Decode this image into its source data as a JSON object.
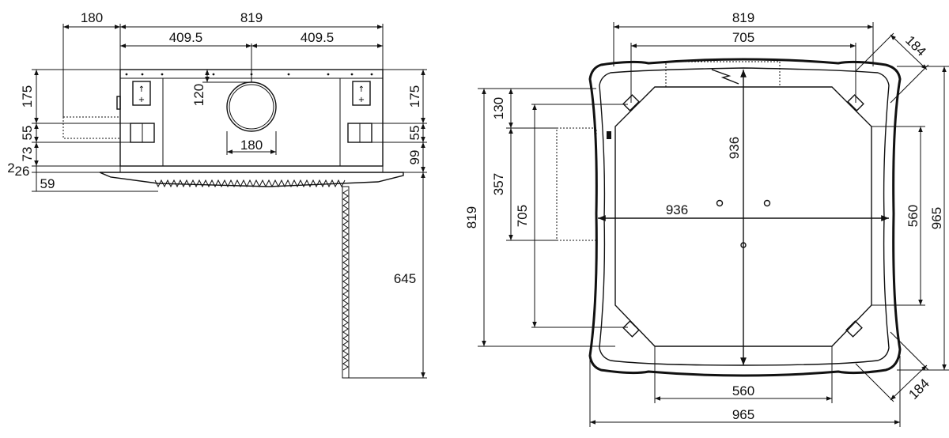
{
  "side_view": {
    "dims": {
      "duct_width": "180",
      "overall_width": "819",
      "half_left": "409.5",
      "half_right": "409.5",
      "height_left": "175",
      "height_right": "175",
      "collar_offset": "120",
      "collar_diameter": "180",
      "bracket_left": "55",
      "bracket_right": "55",
      "lower_left": "73",
      "lower_right": "99",
      "gap": "2",
      "panel": "26",
      "panel_drop": "59",
      "pipe_length": "645"
    }
  },
  "plan_view": {
    "dims": {
      "top_width": "819",
      "inner_width": "705",
      "corner_top": "184",
      "corner_bottom": "184",
      "offset_130": "130",
      "vertical_936": "936",
      "horizontal_936": "936",
      "box_357": "357",
      "left_705": "705",
      "left_819": "819",
      "right_560": "560",
      "right_965": "965",
      "bottom_560": "560",
      "bottom_965": "965"
    }
  }
}
